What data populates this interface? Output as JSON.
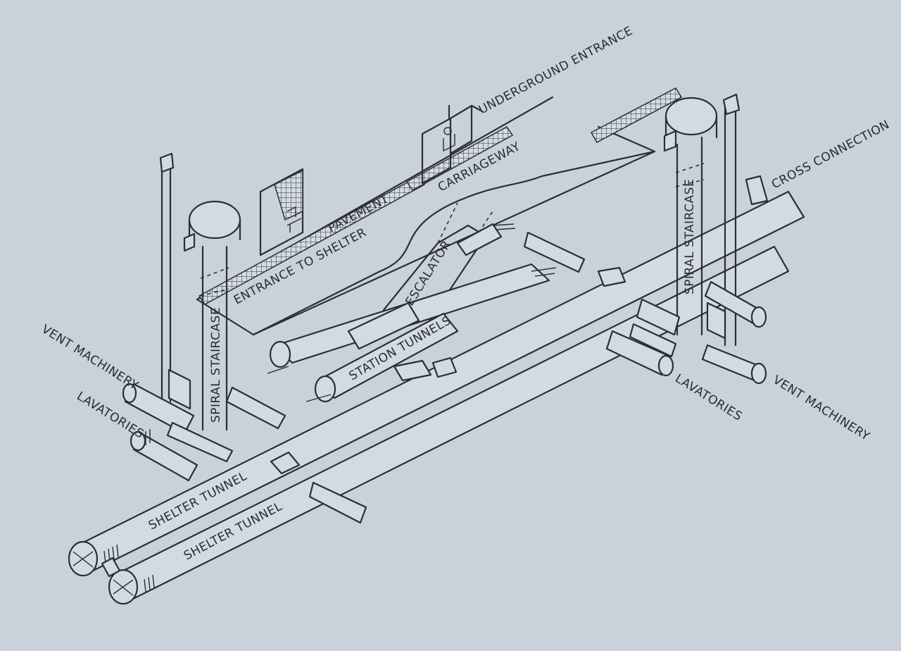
{
  "colors": {
    "paper": "#c9d2da",
    "ink": "#2c2e33",
    "tube_fill": "#d3dbe2"
  },
  "labels": {
    "underground_entrance": "UNDERGROUND ENTRANCE",
    "carriageway": "CARRIAGEWAY",
    "pavement": "PAVEMENT",
    "entrance_to_shelter": "ENTRANCE TO SHELTER",
    "escalator": "ESCALATOR",
    "station_tunnels": "STATION TUNNELS",
    "spiral_staircase_left": "SPIRAL STAIRCASE",
    "spiral_staircase_right": "SPIRAL STAIRCASE",
    "cross_connection": "CROSS CONNECTION",
    "vent_machinery_left": "VENT MACHINERY",
    "vent_machinery_right": "VENT MACHINERY",
    "lavatories_left": "LAVATORIES",
    "lavatories_right": "LAVATORIES",
    "shelter_tunnel_upper": "SHELTER TUNNEL",
    "shelter_tunnel_lower": "SHELTER TUNNEL"
  }
}
